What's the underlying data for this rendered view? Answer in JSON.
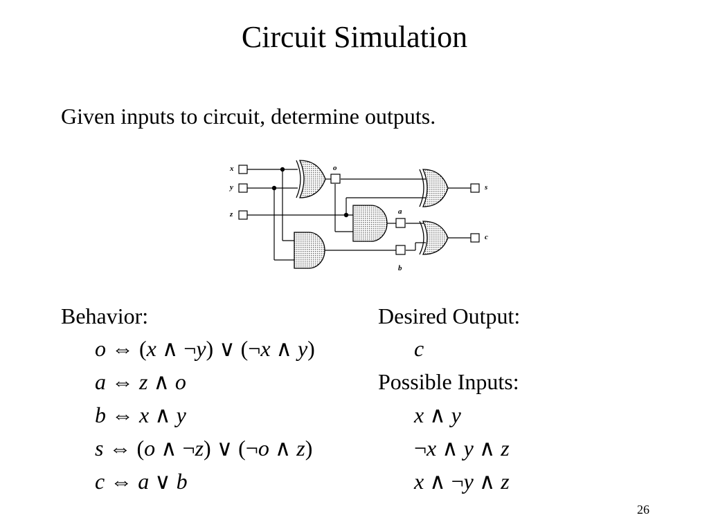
{
  "title": "Circuit Simulation",
  "intro": "Given inputs to circuit, determine outputs.",
  "circuit": {
    "inputs": [
      "x",
      "y",
      "z"
    ],
    "nodes": [
      "o",
      "a",
      "b"
    ],
    "outputs": [
      "s",
      "c"
    ]
  },
  "behavior": {
    "heading": "Behavior:",
    "equations": [
      "o ⇔ (x ∧ ¬y) ∨ (¬x ∧ y)",
      "a ⇔ z ∧ o",
      "b ⇔ x ∧ y",
      "s ⇔ (o ∧ ¬z) ∨ (¬o ∧ z)",
      "c ⇔ a ∨ b"
    ]
  },
  "desired_output": {
    "heading": "Desired Output:",
    "value": "c"
  },
  "possible_inputs": {
    "heading": "Possible Inputs:",
    "items": [
      "x ∧ y",
      "¬x ∧ y ∧ z",
      "x ∧ ¬y ∧ z"
    ]
  },
  "page_number": "26"
}
